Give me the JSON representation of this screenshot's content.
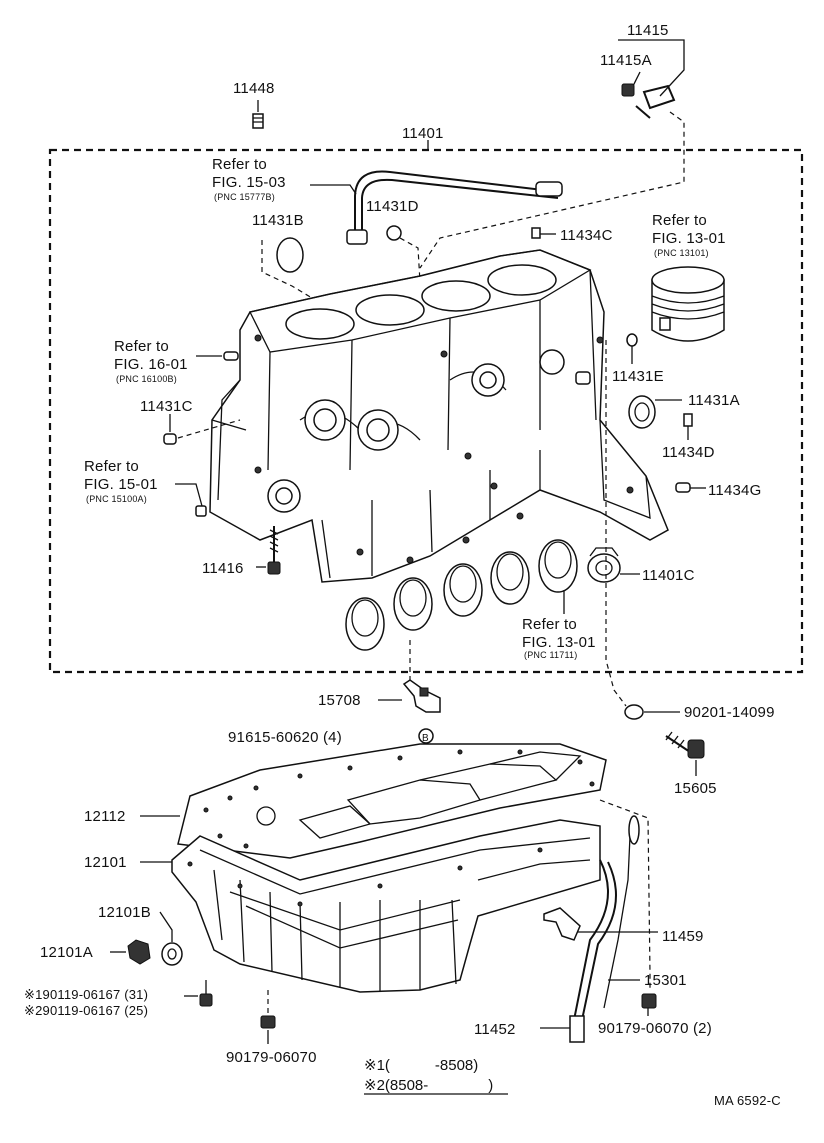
{
  "labels": {
    "p11415": "11415",
    "p11415a": "11415A",
    "p11448": "11448",
    "p11401": "11401",
    "p11431b": "11431B",
    "p11431d": "11431D",
    "p11434c": "11434C",
    "p11431e": "11431E",
    "p11431a": "11431A",
    "p11434d": "11434D",
    "p11434g": "11434G",
    "p11431c": "11431C",
    "p11416": "11416",
    "p11401c": "11401C",
    "p15708": "15708",
    "p91615": "91615-60620 (4)",
    "p90201": "90201-14099",
    "p15605": "15605",
    "p12112": "12112",
    "p12101": "12101",
    "p12101b": "12101B",
    "p12101a": "12101A",
    "p11459": "11459",
    "p15301": "15301",
    "p11452": "11452",
    "p90179r": "90179-06070 (2)",
    "p90179l": "90179-06070",
    "p90119a": "※190119-06167 (31)",
    "p90119b": "※290119-06167 (25)"
  },
  "refs": {
    "r1503": {
      "line1": "Refer to",
      "line2": "FIG. 15-03",
      "pnc": "(PNC 15777B)"
    },
    "r1301a": {
      "line1": "Refer to",
      "line2": "FIG. 13-01",
      "pnc": "(PNC 13101)"
    },
    "r1601": {
      "line1": "Refer to",
      "line2": "FIG. 16-01",
      "pnc": "(PNC 16100B)"
    },
    "r1501": {
      "line1": "Refer to",
      "line2": "FIG. 15-01",
      "pnc": "(PNC 15100A)"
    },
    "r1301b": {
      "line1": "Refer to",
      "line2": "FIG. 13-01",
      "pnc": "(PNC 11711)"
    }
  },
  "notes": {
    "n1": "※1(　　　-8508)",
    "n2": "※2(8508-　　　　)"
  },
  "code": "MA 6592-C"
}
